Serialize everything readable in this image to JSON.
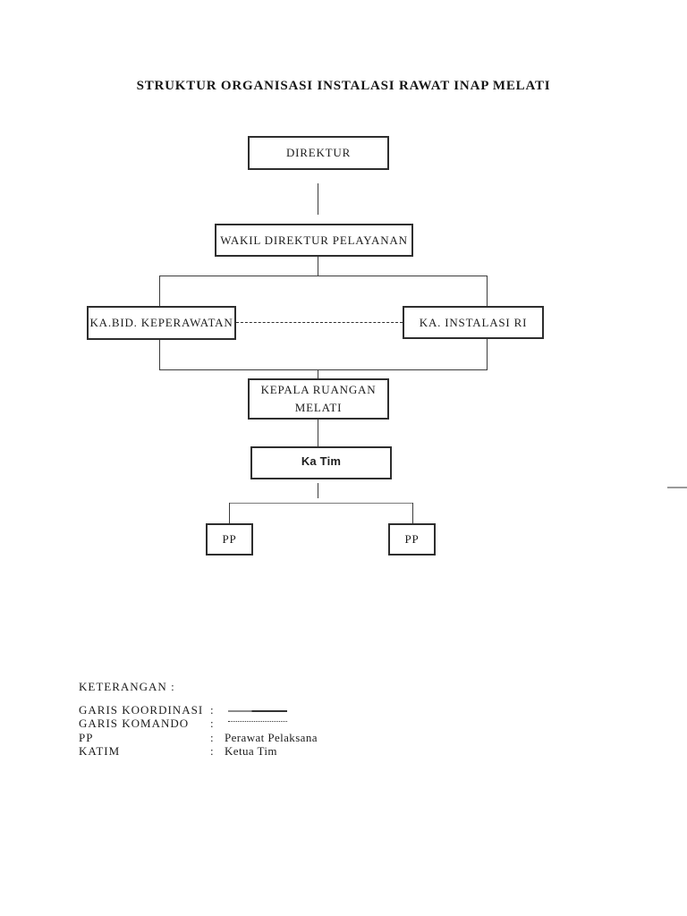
{
  "diagram": {
    "title": "STRUKTUR ORGANISASI INSTALASI RAWAT INAP MELATI",
    "nodes": {
      "direktur": {
        "label": "DIREKTUR"
      },
      "wakil_direktur": {
        "label": "WAKIL DIREKTUR PELAYANAN"
      },
      "kabid_keperawatan": {
        "label": "KA.BID. KEPERAWATAN"
      },
      "ka_instalasi_ri": {
        "label": "KA. INSTALASI RI"
      },
      "kepala_ruangan": {
        "label_line1": "KEPALA RUANGAN",
        "label_line2": "MELATI"
      },
      "ka_tim": {
        "label": "Ka Tim"
      },
      "pp_1": {
        "label": "PP"
      },
      "pp_2": {
        "label": "PP"
      }
    },
    "edges": [
      {
        "from": "DIREKTUR",
        "to": "WAKIL DIREKTUR PELAYANAN",
        "style": "solid"
      },
      {
        "from": "WAKIL DIREKTUR PELAYANAN",
        "to": "KA.BID. KEPERAWATAN",
        "style": "solid"
      },
      {
        "from": "WAKIL DIREKTUR PELAYANAN",
        "to": "KA. INSTALASI RI",
        "style": "solid"
      },
      {
        "from": "KA.BID. KEPERAWATAN",
        "to": "KA. INSTALASI RI",
        "style": "dashed"
      },
      {
        "from": "KA.BID. KEPERAWATAN / KA. INSTALASI RI",
        "to": "KEPALA RUANGAN MELATI",
        "style": "solid"
      },
      {
        "from": "KEPALA RUANGAN MELATI",
        "to": "Ka Tim",
        "style": "solid"
      },
      {
        "from": "Ka Tim",
        "to": "PP",
        "style": "solid"
      },
      {
        "from": "Ka Tim",
        "to": "PP",
        "style": "solid"
      }
    ]
  },
  "legend": {
    "heading": "KETERANGAN :",
    "rows": [
      {
        "label": "GARIS KOORDINASI",
        "colon": ":",
        "symbol": "solid-line"
      },
      {
        "label": "GARIS KOMANDO",
        "colon": ":",
        "symbol": "dotted-line"
      },
      {
        "label": "PP",
        "colon": ":",
        "value": "Perawat Pelaksana"
      },
      {
        "label": "KATIM",
        "colon": ":",
        "value": "Ketua Tim"
      }
    ]
  }
}
